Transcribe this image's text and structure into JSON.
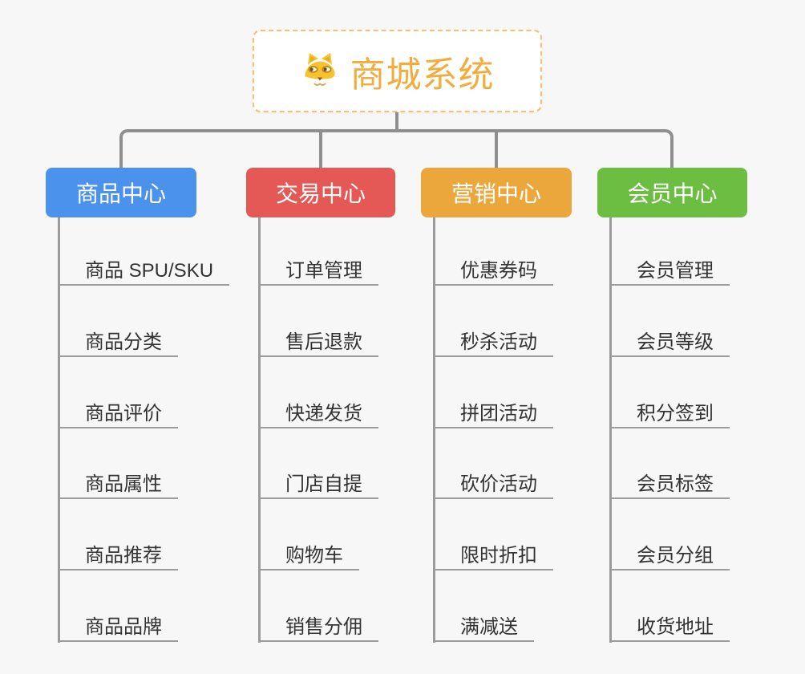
{
  "root": {
    "title": "商城系统",
    "icon": "dog-icon"
  },
  "colors": {
    "background": "#F7F7F7",
    "connector": "#8F8F8F",
    "branch_line": "#9B9B9B",
    "item_text": "#333333",
    "root_text": "#F2AC3E",
    "root_border": "#F3C172",
    "root_background": "#FFFFFF"
  },
  "branches": [
    {
      "label": "商品中心",
      "color": "#4B92EC",
      "items": [
        "商品 SPU/SKU",
        "商品分类",
        "商品评价",
        "商品属性",
        "商品推荐",
        "商品品牌"
      ]
    },
    {
      "label": "交易中心",
      "color": "#E45956",
      "items": [
        "订单管理",
        "售后退款",
        "快递发货",
        "门店自提",
        "购物车",
        "销售分佣"
      ]
    },
    {
      "label": "营销中心",
      "color": "#EBA73C",
      "items": [
        "优惠券码",
        "秒杀活动",
        "拼团活动",
        "砍价活动",
        "限时折扣",
        "满减送"
      ]
    },
    {
      "label": "会员中心",
      "color": "#6CBE43",
      "items": [
        "会员管理",
        "会员等级",
        "积分签到",
        "会员标签",
        "会员分组",
        "收货地址"
      ]
    }
  ]
}
